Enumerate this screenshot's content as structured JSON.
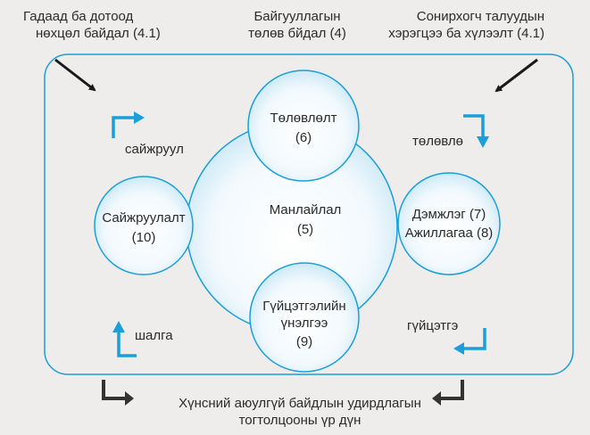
{
  "top_labels": {
    "left": [
      "Гадаад ба дотоод",
      "нөхцөл байдал (4.1)"
    ],
    "center": [
      "Байгууллагын",
      "төлөв бйдал (4)"
    ],
    "right": [
      "Сонирхогч талуудын",
      "хэрэгцээ ба хүлээлт (4.1)"
    ]
  },
  "circles": {
    "center": [
      "Манлайлал",
      "(5)"
    ],
    "top": [
      "Төлөвлөлт",
      "(6)"
    ],
    "left": [
      "Сайжруулалт",
      "(10)"
    ],
    "right": [
      "Дэмжлэг (7)",
      "Ажиллагаа (8)"
    ],
    "bottom": [
      "Гүйцэтгэлийн",
      "үнэлгээ",
      "(9)"
    ]
  },
  "cycle_labels": {
    "improve": "сайжруул",
    "plan": "төлөвлө",
    "check": "шалга",
    "do": "гүйцэтгэ"
  },
  "bottom_label": [
    "Хүнсний аюулгүй байдлын удирдлагын",
    "тогтолцооны үр дүн"
  ],
  "colors": {
    "accent": "#1a9fd9",
    "dark": "#2b2b2b",
    "background": "#eeedeb"
  }
}
